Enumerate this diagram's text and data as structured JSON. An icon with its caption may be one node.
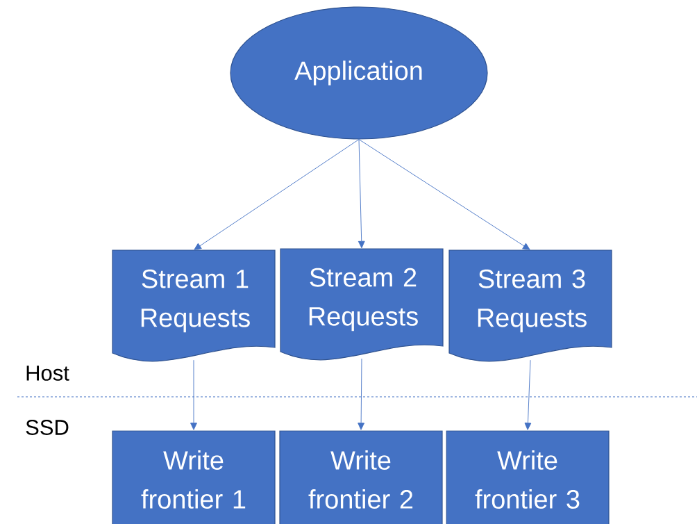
{
  "diagram": {
    "nodes": [
      {
        "text": [
          "Application"
        ]
      },
      {
        "text": [
          "Stream 1 Requests"
        ]
      },
      {
        "text": [
          "Stream 2 Requests"
        ]
      },
      {
        "text": [
          "Stream 3 Requests"
        ]
      },
      {
        "text": [
          "Write frontier 1"
        ]
      },
      {
        "text": [
          "Write frontier 2"
        ]
      },
      {
        "text": [
          "Write frontier 3"
        ]
      }
    ],
    "edges": [
      {
        "from": 0,
        "to": 1,
        "arrow": "to"
      },
      {
        "from": 0,
        "to": 2,
        "arrow": "to"
      },
      {
        "from": 0,
        "to": 3,
        "arrow": "to"
      },
      {
        "from": 1,
        "to": 4,
        "arrow": "to"
      },
      {
        "from": 2,
        "to": 5,
        "arrow": "to"
      },
      {
        "from": 3,
        "to": 6,
        "arrow": "to"
      }
    ],
    "labels": [
      "Host",
      "SSD"
    ]
  }
}
